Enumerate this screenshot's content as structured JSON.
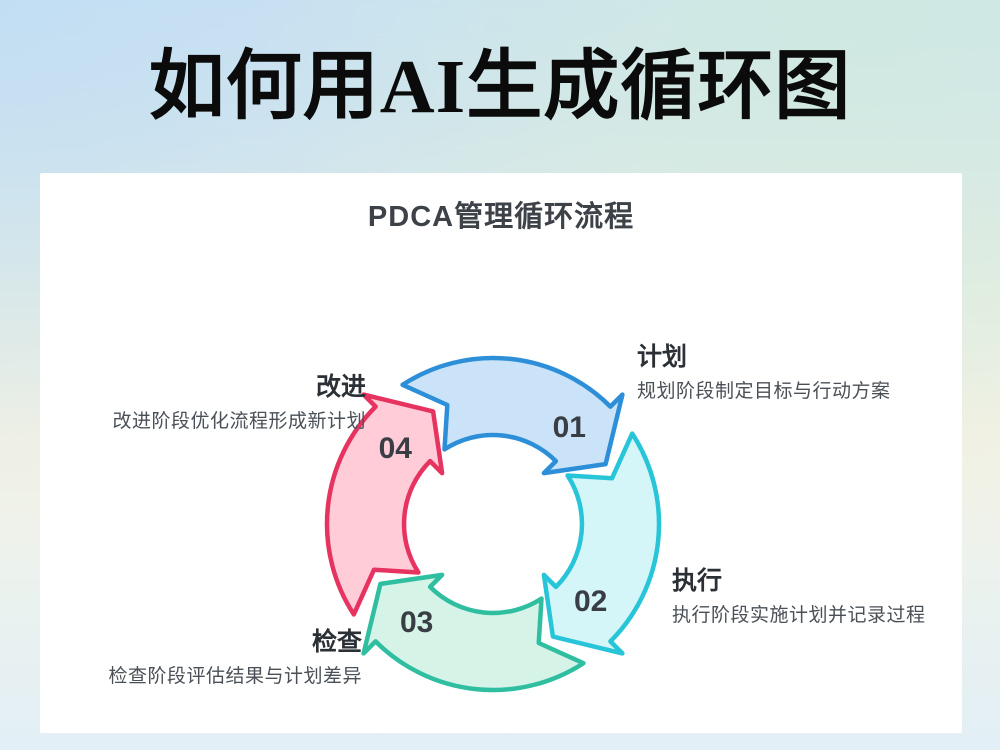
{
  "page": {
    "title": "如何用AI生成循环图"
  },
  "card": {
    "title": "PDCA管理循环流程"
  },
  "chart_data": {
    "type": "cycle-diagram",
    "title": "PDCA管理循环流程",
    "direction": "clockwise",
    "stages": [
      {
        "number": "01",
        "label": "计划",
        "description": "规划阶段制定目标与行动方案",
        "fill": "#cbe3f8",
        "stroke": "#2e8fd9"
      },
      {
        "number": "02",
        "label": "执行",
        "description": "执行阶段实施计划并记录过程",
        "fill": "#d5f6f9",
        "stroke": "#28c5d8"
      },
      {
        "number": "03",
        "label": "检查",
        "description": "检查阶段评估结果与计划差异",
        "fill": "#d5f3e6",
        "stroke": "#2fbfa0"
      },
      {
        "number": "04",
        "label": "改进",
        "description": "改进阶段优化流程形成新计划",
        "fill": "#ffccd8",
        "stroke": "#e73360"
      }
    ],
    "number_color": "#393e44"
  }
}
